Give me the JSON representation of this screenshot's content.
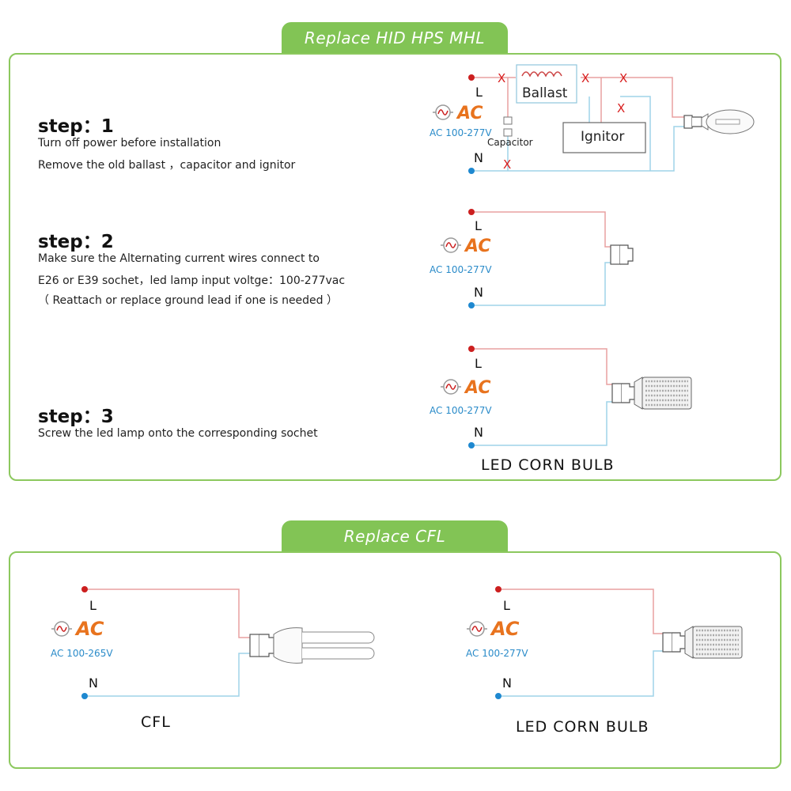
{
  "sections": {
    "hid": {
      "title": "Replace  HID HPS MHL"
    },
    "cfl": {
      "title": "Replace   CFL"
    }
  },
  "steps": [
    {
      "title": "step：1",
      "lines": [
        "Turn off power before installation",
        "Remove the old ballast ，capacitor and ignitor"
      ]
    },
    {
      "title": "step：2",
      "lines": [
        "Make sure the Alternating current wires connect to",
        " E26 or E39 sochet，led lamp input voltge：100-277vac",
        "（ Reattach or replace ground lead if one is needed ）"
      ]
    },
    {
      "title": "step：3",
      "lines": [
        "Screw the led lamp onto the corresponding sochet"
      ]
    }
  ],
  "diagram": {
    "L": "L",
    "N": "N",
    "ac": "AC",
    "ac_range_led": "AC 100-277V",
    "ac_range_cfl": "AC 100-265V",
    "ballast": "Ballast",
    "ignitor": "Ignitor",
    "capacitor": "Capacitor",
    "x_mark": "X",
    "led_corn_bulb": "LED  CORN  BULB",
    "cfl": "CFL"
  },
  "colors": {
    "green_border": "#8cc85e",
    "green_tab": "#82c455",
    "live_wire": "#e8a0a0",
    "neutral_wire": "#9fd3e8",
    "live_dot": "#cc1f1f",
    "neutral_dot": "#1e88d0",
    "ac_orange": "#e8731e",
    "ac_blue": "#2a8bc9",
    "x_red": "#d81e1e"
  }
}
